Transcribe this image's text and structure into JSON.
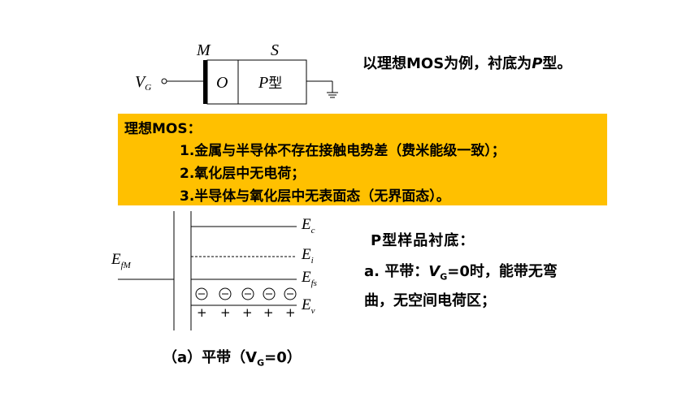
{
  "mos": {
    "label_m": "M",
    "label_s": "S",
    "label_vg": "V",
    "label_vg_sub": "G",
    "label_o": "O",
    "label_p": "P",
    "label_p_suffix": "型"
  },
  "caption_right": {
    "prefix": "以理想MOS为例，衬底为",
    "italic": "P",
    "suffix": "型。"
  },
  "ideal": {
    "title": "理想MOS：",
    "lines": [
      "1.金属与半导体不存在接触电势差（费米能级一致）；",
      "2.氧化层中无电荷；",
      "3.半导体与氧化层中无表面态（无界面态）。"
    ]
  },
  "band": {
    "efm": "E",
    "efm_sub": "fM",
    "ec": "E",
    "ec_sub": "c",
    "ei": "E",
    "ei_sub": "i",
    "efs": "E",
    "efs_sub": "fs",
    "ev": "E",
    "ev_sub": "v",
    "minus_symbol": "⊖",
    "plus_symbol": "+"
  },
  "ptype": {
    "title": "P型样品衬底：",
    "a_prefix": "a. 平带：",
    "a_v": "V",
    "a_v_sub": "G",
    "a_suffix": "=0时，能带无弯",
    "a_line2": "曲，无空间电荷区；"
  },
  "band_caption": {
    "prefix": "（a）平带（V",
    "sub": "G",
    "suffix": "=0）"
  },
  "colors": {
    "highlight": "#ffc000",
    "line": "#000000"
  }
}
